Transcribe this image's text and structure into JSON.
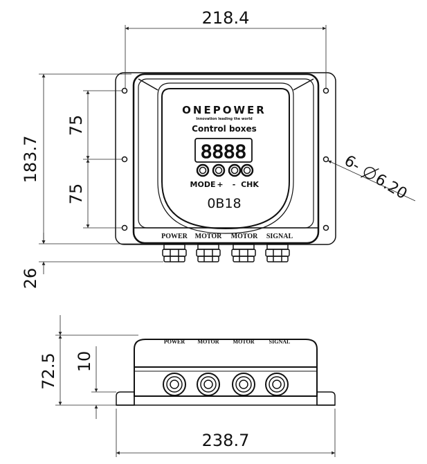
{
  "dimensions": {
    "top_width": "218.4",
    "left_height": "183.7",
    "hole_spacing_upper": "75",
    "hole_spacing_lower": "75",
    "gland_length": "26",
    "hole_callout": "6-",
    "hole_diameter": "6.20",
    "side_height": "72.5",
    "flange_thickness": "10",
    "bottom_width": "238.7"
  },
  "faceplate": {
    "brand": "ONEPOWER",
    "tagline": "Innovation leading the world",
    "product": "Control boxes",
    "display": "8888",
    "buttons": [
      "MODE",
      "+",
      "-",
      "CHK"
    ],
    "model": "0B18"
  },
  "ports": [
    "POWER",
    "MOTOR",
    "MOTOR",
    "SIGNAL"
  ],
  "side_ports": [
    "POWER",
    "MOTOR",
    "MOTOR",
    "SIGNAL"
  ]
}
